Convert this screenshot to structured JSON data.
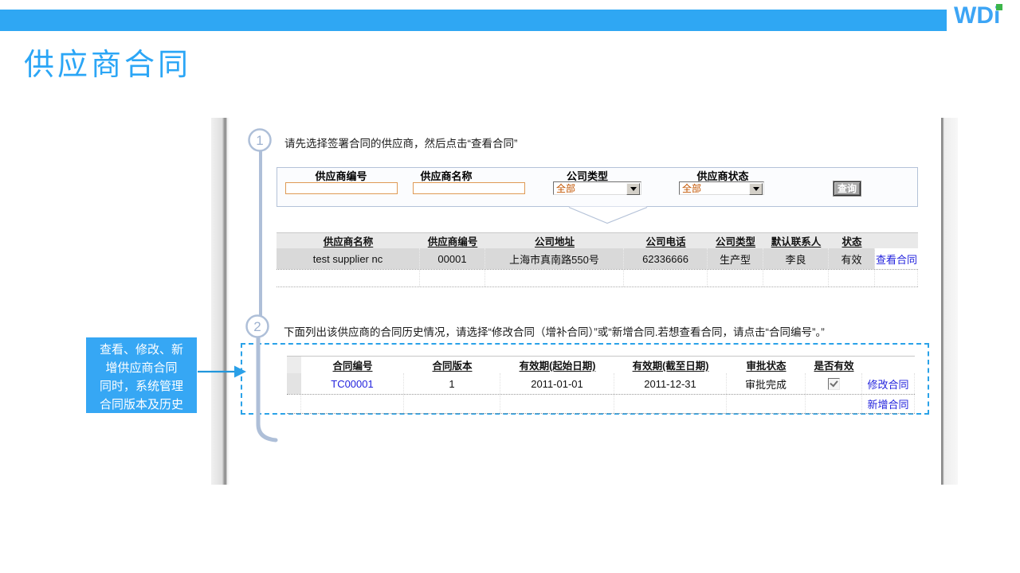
{
  "colors": {
    "brand_blue": "#2fa7f3",
    "callout_blue": "#36a7f4",
    "dashed_blue": "#2aa2e8",
    "link_blue": "#2323dd",
    "timeline_gray_blue": "#aebfd8",
    "logo_green": "#3cb54a",
    "input_border_orange": "#df9a55",
    "dropdown_text_orange": "#c25400"
  },
  "logo": {
    "text": "WDi"
  },
  "page_title": "供应商合同",
  "steps": [
    {
      "number": "1",
      "instruction": "请先选择签署合同的供应商，然后点击“查看合同”"
    },
    {
      "number": "2",
      "instruction": "下面列出该供应商的合同历史情况，请选择“修改合同（增补合同）”或“新增合同.若想查看合同，请点击“合同编号”。”"
    }
  ],
  "search_form": {
    "fields": [
      {
        "label": "供应商编号",
        "value": ""
      },
      {
        "label": "供应商名称",
        "value": ""
      },
      {
        "label": "公司类型",
        "value": "全部"
      },
      {
        "label": "供应商状态",
        "value": "全部"
      }
    ],
    "search_button": "查询"
  },
  "supplier_table": {
    "headers": [
      "供应商名称",
      "供应商编号",
      "公司地址",
      "公司电话",
      "公司类型",
      "默认联系人",
      "状态"
    ],
    "row": {
      "name": "test supplier nc",
      "code": "00001",
      "address": "上海市真南路550号",
      "phone": "62336666",
      "type": "生产型",
      "contact": "李良",
      "status": "有效",
      "action": "查看合同"
    }
  },
  "contract_table": {
    "headers": [
      "合同编号",
      "合同版本",
      "有效期(起始日期)",
      "有效期(截至日期)",
      "审批状态",
      "是否有效"
    ],
    "rows": [
      {
        "contract_no": "TC00001",
        "version": "1",
        "valid_from": "2011-01-01",
        "valid_to": "2011-12-31",
        "approval_status": "审批完成",
        "is_valid": true,
        "action": "修改合同"
      },
      {
        "action": "新增合同"
      }
    ]
  },
  "callout": {
    "lines": [
      "查看、修改、新",
      "增供应商合同",
      "同时，系统管理",
      "合同版本及历史"
    ]
  }
}
